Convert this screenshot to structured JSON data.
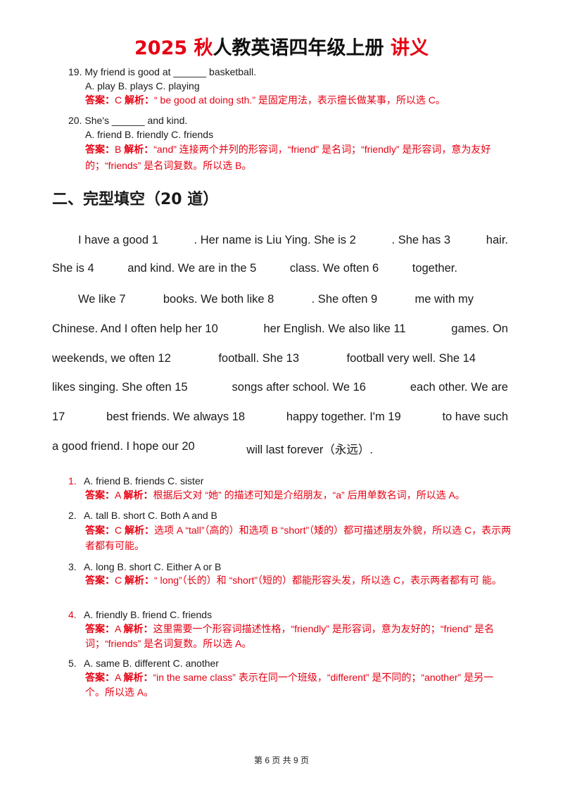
{
  "header": {
    "title_red1": "2025 秋",
    "title_black": "人教英语四年级上册 ",
    "title_red2": "讲义"
  },
  "part1": [
    {
      "num": "19.",
      "stem": "My friend is good at ______ basketball.",
      "options": "A. play B. plays C. playing",
      "answer_label": "答案：",
      "answer": "C ",
      "analysis_label": "解析：",
      "analysis": "“ be good at doing sth.” 是固定用法，表示擅长做某事，所以选 C。"
    },
    {
      "num": "20.",
      "stem": "She's ______ and kind.",
      "options": "A. friend B. friendly C. friends",
      "answer_label": "答案：",
      "answer": "B ",
      "analysis_label": "解析：",
      "analysis": "“and” 连接两个并列的形容词，“friend” 是名词；“friendly” 是形容词，意为友好的；“friends” 是名词复数。所以选 B。"
    }
  ],
  "section2": {
    "title": "二、完型填空（20 道）"
  },
  "passage": [
    [
      "I have a good 1",
      ". Her name is Liu Ying. She is 2",
      ". She has 3",
      "hair."
    ],
    [
      "She is 4",
      "and kind. We are in the 5",
      "class. We often 6",
      "together."
    ],
    [
      "We like 7",
      "books. We both like 8",
      ". She often 9",
      "me with my"
    ],
    [
      "Chinese. And I often help her 10",
      "her English. We also like 11",
      "games. On"
    ],
    [
      "weekends, we often 12",
      "football. She 13",
      "football very well. She 14"
    ],
    [
      "likes singing. She often 15",
      "songs after school. We 16",
      "each other. We are"
    ],
    [
      "17",
      "best friends. We always 18",
      "happy together. I'm 19",
      "to have such"
    ],
    [
      "a good friend. I hope our 20",
      "will last forever（永远）."
    ]
  ],
  "part2": [
    {
      "num": "1.",
      "num_red": true,
      "options": "A. friend B. friends C. sister",
      "answer_label": "答案：",
      "answer": "A ",
      "analysis_label": "解析：",
      "analysis": "根据后文对 “她” 的描述可知是介绍朋友，“a” 后用单数名词，所以选 A。"
    },
    {
      "num": "2.",
      "num_red": false,
      "options": "A. tall B. short C. Both A and B",
      "answer_label": "答案：",
      "answer": "C ",
      "analysis_label": "解析：",
      "analysis": "选项 A “tall”（高的）和选项 B “short”（矮的）都可描述朋友外貌，所以选 C，表示两者都有可能。"
    },
    {
      "num": "3.",
      "num_red": false,
      "options": "A. long B. short C. Either A or B",
      "answer_label": "答案：",
      "answer": "C ",
      "analysis_label": "解析：",
      "analysis": "“ long”（长的）和 “short”（短的）都能形容头发，所以选 C，表示两者都有可 能。"
    },
    {
      "num": "4.",
      "num_red": true,
      "options": "A. friendly B. friend C. friends",
      "answer_label": "答案：",
      "answer": "A ",
      "analysis_label": "解析：",
      "analysis": "这里需要一个形容词描述性格，“friendly” 是形容词，意为友好的；“friend” 是名词；“friends” 是名词复数。所以选 A。"
    },
    {
      "num": "5.",
      "num_red": false,
      "options": "A. same B. different C. another",
      "answer_label": "答案：",
      "answer": "A ",
      "analysis_label": "解析：",
      "analysis": "“in the same class” 表示在同一个班级，“different” 是不同的；“another” 是另一个。所以选 A。"
    }
  ],
  "footer": {
    "page": "第 6 页 共 9 页"
  },
  "colors": {
    "accent": "#e60012",
    "text": "#1a1a1a"
  }
}
